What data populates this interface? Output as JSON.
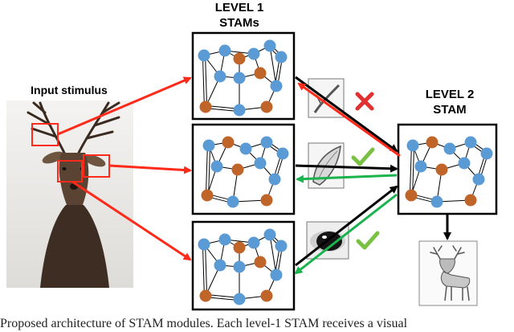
{
  "labels": {
    "level1_line1": "LEVEL 1",
    "level1_line2": "STAMs",
    "level2_line1": "LEVEL 2",
    "level2_line2": "STAM",
    "input": "Input stimulus"
  },
  "caption": "Proposed architecture of STAM modules. Each level-1 STAM receives a visual",
  "colors": {
    "node_blue": "#5b9bd5",
    "node_orange": "#c0652a",
    "red_arrow": "#ff2a1a",
    "green_arrow": "#1ab34d",
    "check": "#7ac143",
    "cross": "#e03030"
  },
  "icons": {
    "cross": "cross-icon",
    "checks": [
      "check-icon",
      "check-icon"
    ]
  }
}
